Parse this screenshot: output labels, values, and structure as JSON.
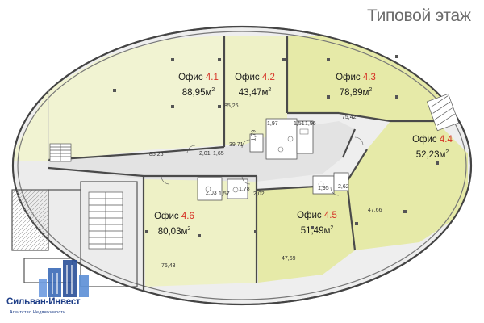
{
  "title": "Типовой этаж",
  "offices": [
    {
      "label": "Офис",
      "number": "4.1",
      "area": "88,95м",
      "sup": "2"
    },
    {
      "label": "Офис",
      "number": "4.2",
      "area": "43,47м",
      "sup": "2"
    },
    {
      "label": "Офис",
      "number": "4.3",
      "area": "78,89м",
      "sup": "2"
    },
    {
      "label": "Офис",
      "number": "4.4",
      "area": "52,23м",
      "sup": "2"
    },
    {
      "label": "Офис",
      "number": "4.5",
      "area": "51,49м",
      "sup": "2"
    },
    {
      "label": "Офис",
      "number": "4.6",
      "area": "80,03м",
      "sup": "2"
    }
  ],
  "dimensions": {
    "d_85_26_a": "85,26",
    "d_85_26_b": "85,26",
    "d_75_42": "75,42",
    "d_39_71": "39,71",
    "d_2_01": "2,01",
    "d_1_65": "1,65",
    "d_1_97": "1,97",
    "d_1_51": "1,51",
    "d_1_96": "1,96",
    "d_1_79": "1,79",
    "d_2_03": "2,03",
    "d_1_57": "1,57",
    "d_1_78": "1,78",
    "d_2_02": "2,02",
    "d_1_95": "1,95",
    "d_2_62": "2,62",
    "d_47_66": "47,66",
    "d_47_69": "47,69",
    "d_76_43": "76,43"
  },
  "colors": {
    "office_yellow": "#e9ecb4",
    "office_pale": "#f1f3d2",
    "wall": "#4a4a4a",
    "corridor": "#e4e4e4",
    "accent_red": "#d63226",
    "brand_blue": "#1f3f88"
  },
  "logo": {
    "name": "Сильван-Инвест",
    "tagline": "Агентство Недвижимости"
  }
}
